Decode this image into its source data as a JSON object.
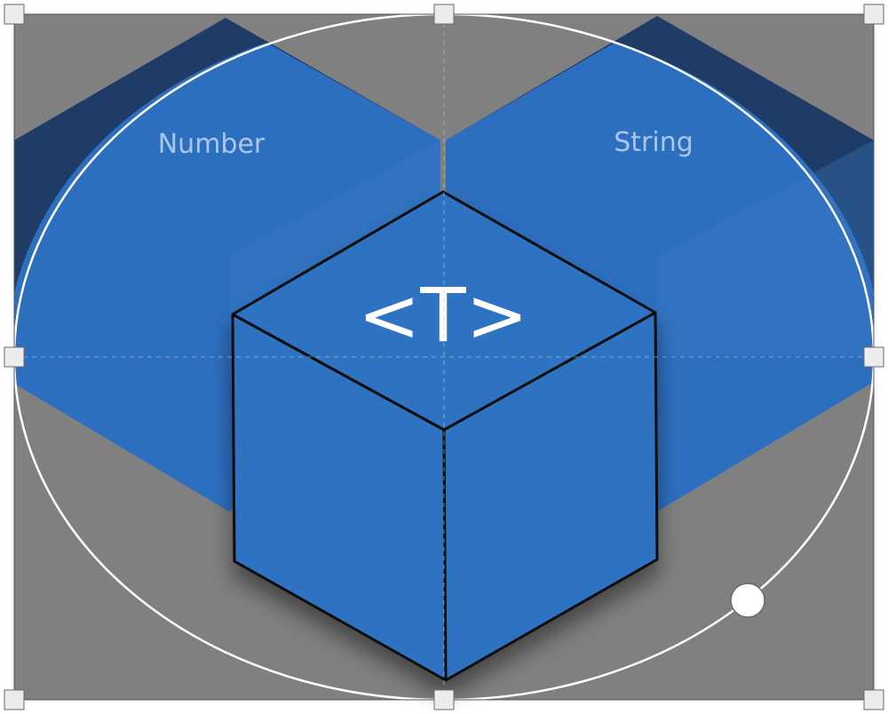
{
  "cards": {
    "left_label": "Number",
    "right_label": "String"
  },
  "cube": {
    "label": "<T>"
  },
  "colors": {
    "canvas_background": "#808080",
    "selection_border": "#555555",
    "handle_fill": "#ececec",
    "handle_stroke": "#6a6a6a",
    "ellipse_stroke": "#ffffff",
    "card_blue": "#2d6fbf",
    "card_shadow_blue": "#1e3c66",
    "card_label": "#aac6ec",
    "cube_face": "#2f73c2",
    "cube_edge": "#0a0a0a",
    "cube_label": "#ffffff",
    "guide_line": "#bcc7d6"
  },
  "icons": {
    "resize_handle": "square-handle-icon",
    "rotate_handle": "circle-handle-icon"
  }
}
